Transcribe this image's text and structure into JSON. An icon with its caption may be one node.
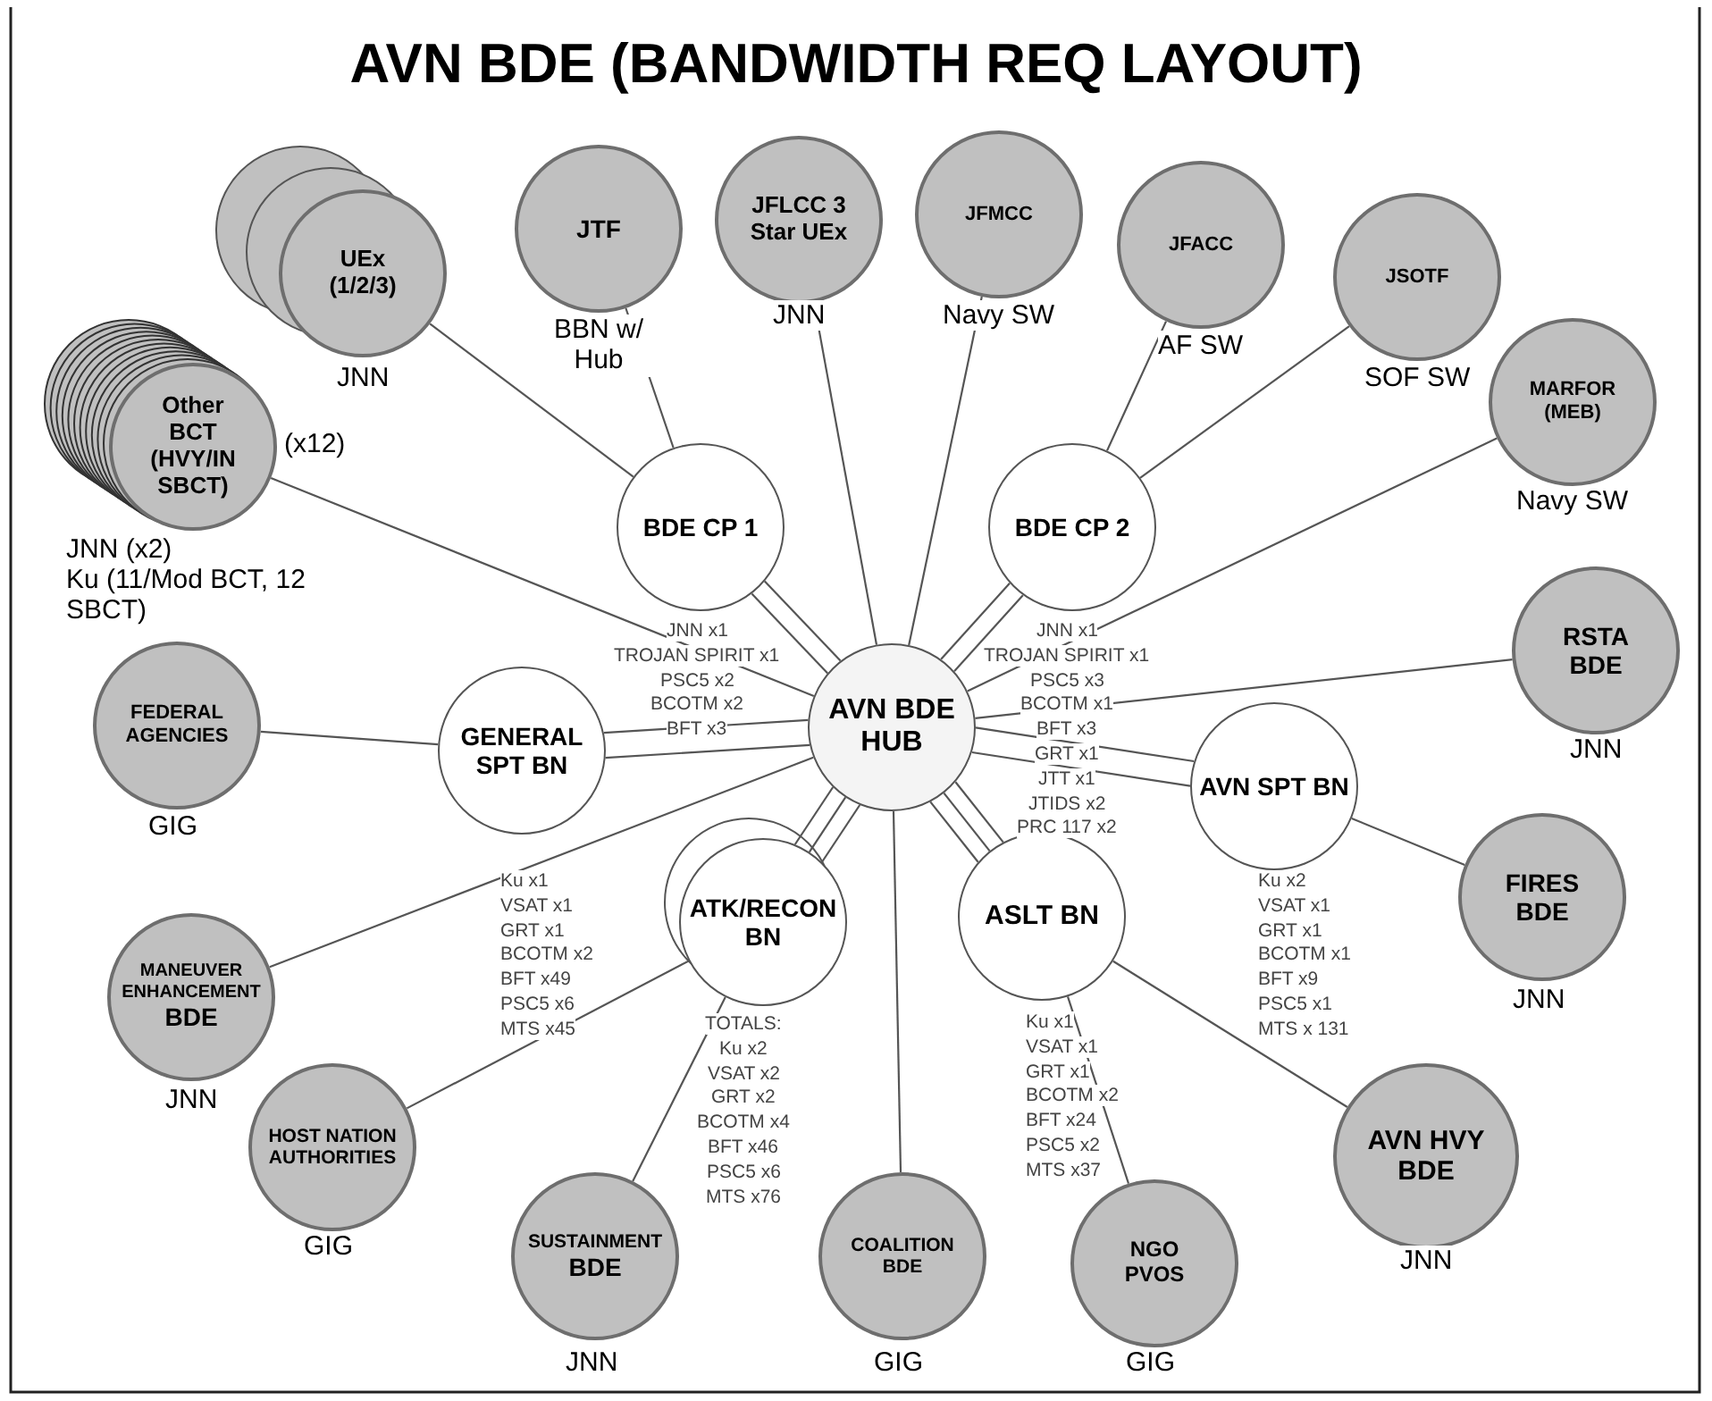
{
  "diagram": {
    "title": "AVN BDE (BANDWIDTH REQ LAYOUT)",
    "nodes": [
      {
        "text": [
          "AVN BDE HUB"
        ]
      },
      {
        "text": [
          "BDE CP 1"
        ]
      },
      {
        "text": [
          "BDE CP 2"
        ]
      },
      {
        "text": [
          "GENERAL SPT BN"
        ],
        "beside": [
          "Ku x1",
          "VSAT x1",
          "GRT x1",
          "BCOTM x2",
          "BFT x49",
          "PSC5 x6",
          "MTS x45"
        ]
      },
      {
        "text": [
          "AVN SPT BN"
        ],
        "beside": [
          "Ku x2",
          "VSAT x1",
          "GRT x1",
          "BCOTM x1",
          "BFT x9",
          "PSC5 x1",
          "MTS x 131"
        ]
      },
      {
        "text": [
          "ATK/RECON BN"
        ],
        "beside": [
          "TOTALS:",
          "Ku x2",
          "VSAT x2",
          "GRT x2",
          "BCOTM x4",
          "BFT x46",
          "PSC5 x6",
          "MTS x76"
        ]
      },
      {
        "text": [
          "ASLT BN"
        ],
        "beside": [
          "Ku x1",
          "VSAT x1",
          "GRT x1",
          "BCOTM x2",
          "BFT x24",
          "PSC5 x2",
          "MTS x37"
        ]
      },
      {
        "text": [
          "UEx (1/2/3)"
        ],
        "beside": [
          "JNN"
        ]
      },
      {
        "text": [
          "JTF"
        ],
        "beside": [
          "BBN w/ Hub"
        ]
      },
      {
        "text": [
          "JFLCC 3 Star UEx"
        ],
        "beside": [
          "JNN"
        ]
      },
      {
        "text": [
          "JFMCC"
        ],
        "beside": [
          "Navy SW"
        ]
      },
      {
        "text": [
          "JFACC"
        ],
        "beside": [
          "AF SW"
        ]
      },
      {
        "text": [
          "JSOTF"
        ],
        "beside": [
          "SOF SW"
        ]
      },
      {
        "text": [
          "MARFOR (MEB)"
        ],
        "beside": [
          "Navy SW"
        ]
      },
      {
        "text": [
          "Other BCT (HVY/IN SBCT)"
        ],
        "beside": [
          "(x12)",
          "JNN (x2)",
          "Ku (11/Mod BCT, 12 SBCT)"
        ]
      },
      {
        "text": [
          "FEDERAL AGENCIES"
        ],
        "beside": [
          "GIG"
        ]
      },
      {
        "text": [
          "RSTA BDE"
        ],
        "beside": [
          "JNN"
        ]
      },
      {
        "text": [
          "MANEUVER ENHANCEMENT",
          "BDE"
        ],
        "beside": [
          "JNN"
        ]
      },
      {
        "text": [
          "FIRES BDE"
        ],
        "beside": [
          "JNN"
        ]
      },
      {
        "text": [
          "HOST NATION AUTHORITIES"
        ],
        "beside": [
          "GIG"
        ]
      },
      {
        "text": [
          "SUSTAINMENT",
          "BDE"
        ],
        "beside": [
          "JNN"
        ]
      },
      {
        "text": [
          "COALITION BDE"
        ],
        "beside": [
          "GIG"
        ]
      },
      {
        "text": [
          "NGO PVOS"
        ],
        "beside": [
          "GIG"
        ]
      },
      {
        "text": [
          "AVN HVY BDE"
        ],
        "beside": [
          "JNN"
        ]
      }
    ],
    "edges": [
      {
        "from": 1,
        "to": 0,
        "arrow": "none"
      },
      {
        "from": 1,
        "to": 0,
        "arrow": "none"
      },
      {
        "from": 2,
        "to": 0,
        "arrow": "none"
      },
      {
        "from": 2,
        "to": 0,
        "arrow": "none"
      },
      {
        "from": 3,
        "to": 0,
        "arrow": "none"
      },
      {
        "from": 3,
        "to": 0,
        "arrow": "none"
      },
      {
        "from": 4,
        "to": 0,
        "arrow": "none"
      },
      {
        "from": 4,
        "to": 0,
        "arrow": "none"
      },
      {
        "from": 5,
        "to": 0,
        "arrow": "none"
      },
      {
        "from": 5,
        "to": 0,
        "arrow": "none"
      },
      {
        "from": 5,
        "to": 0,
        "arrow": "none"
      },
      {
        "from": 6,
        "to": 0,
        "arrow": "none"
      },
      {
        "from": 6,
        "to": 0,
        "arrow": "none"
      },
      {
        "from": 6,
        "to": 0,
        "arrow": "none"
      },
      {
        "from": 7,
        "to": 1,
        "arrow": "none"
      },
      {
        "from": 8,
        "to": 1,
        "arrow": "none"
      },
      {
        "from": 9,
        "to": 0,
        "arrow": "none"
      },
      {
        "from": 10,
        "to": 0,
        "arrow": "none"
      },
      {
        "from": 11,
        "to": 2,
        "arrow": "none"
      },
      {
        "from": 12,
        "to": 2,
        "arrow": "none"
      },
      {
        "from": 13,
        "to": 0,
        "arrow": "none"
      },
      {
        "from": 14,
        "to": 0,
        "arrow": "none"
      },
      {
        "from": 15,
        "to": 3,
        "arrow": "none"
      },
      {
        "from": 16,
        "to": 0,
        "arrow": "none"
      },
      {
        "from": 17,
        "to": 0,
        "arrow": "none"
      },
      {
        "from": 18,
        "to": 4,
        "arrow": "none"
      },
      {
        "from": 19,
        "to": 5,
        "arrow": "none"
      },
      {
        "from": 20,
        "to": 5,
        "arrow": "none"
      },
      {
        "from": 21,
        "to": 0,
        "arrow": "none"
      },
      {
        "from": 22,
        "to": 6,
        "arrow": "none"
      },
      {
        "from": 23,
        "to": 6,
        "arrow": "none"
      }
    ],
    "labels": [
      "JNN x1",
      "TROJAN SPIRIT x1",
      "PSC5 x2",
      "BCOTM x2",
      "BFT x3",
      "JNN x1",
      "TROJAN SPIRIT x1",
      "PSC5 x3",
      "BCOTM x1",
      "BFT x3",
      "GRT x1",
      "JTT x1",
      "JTIDS x2",
      "PRC 117 x2"
    ]
  }
}
